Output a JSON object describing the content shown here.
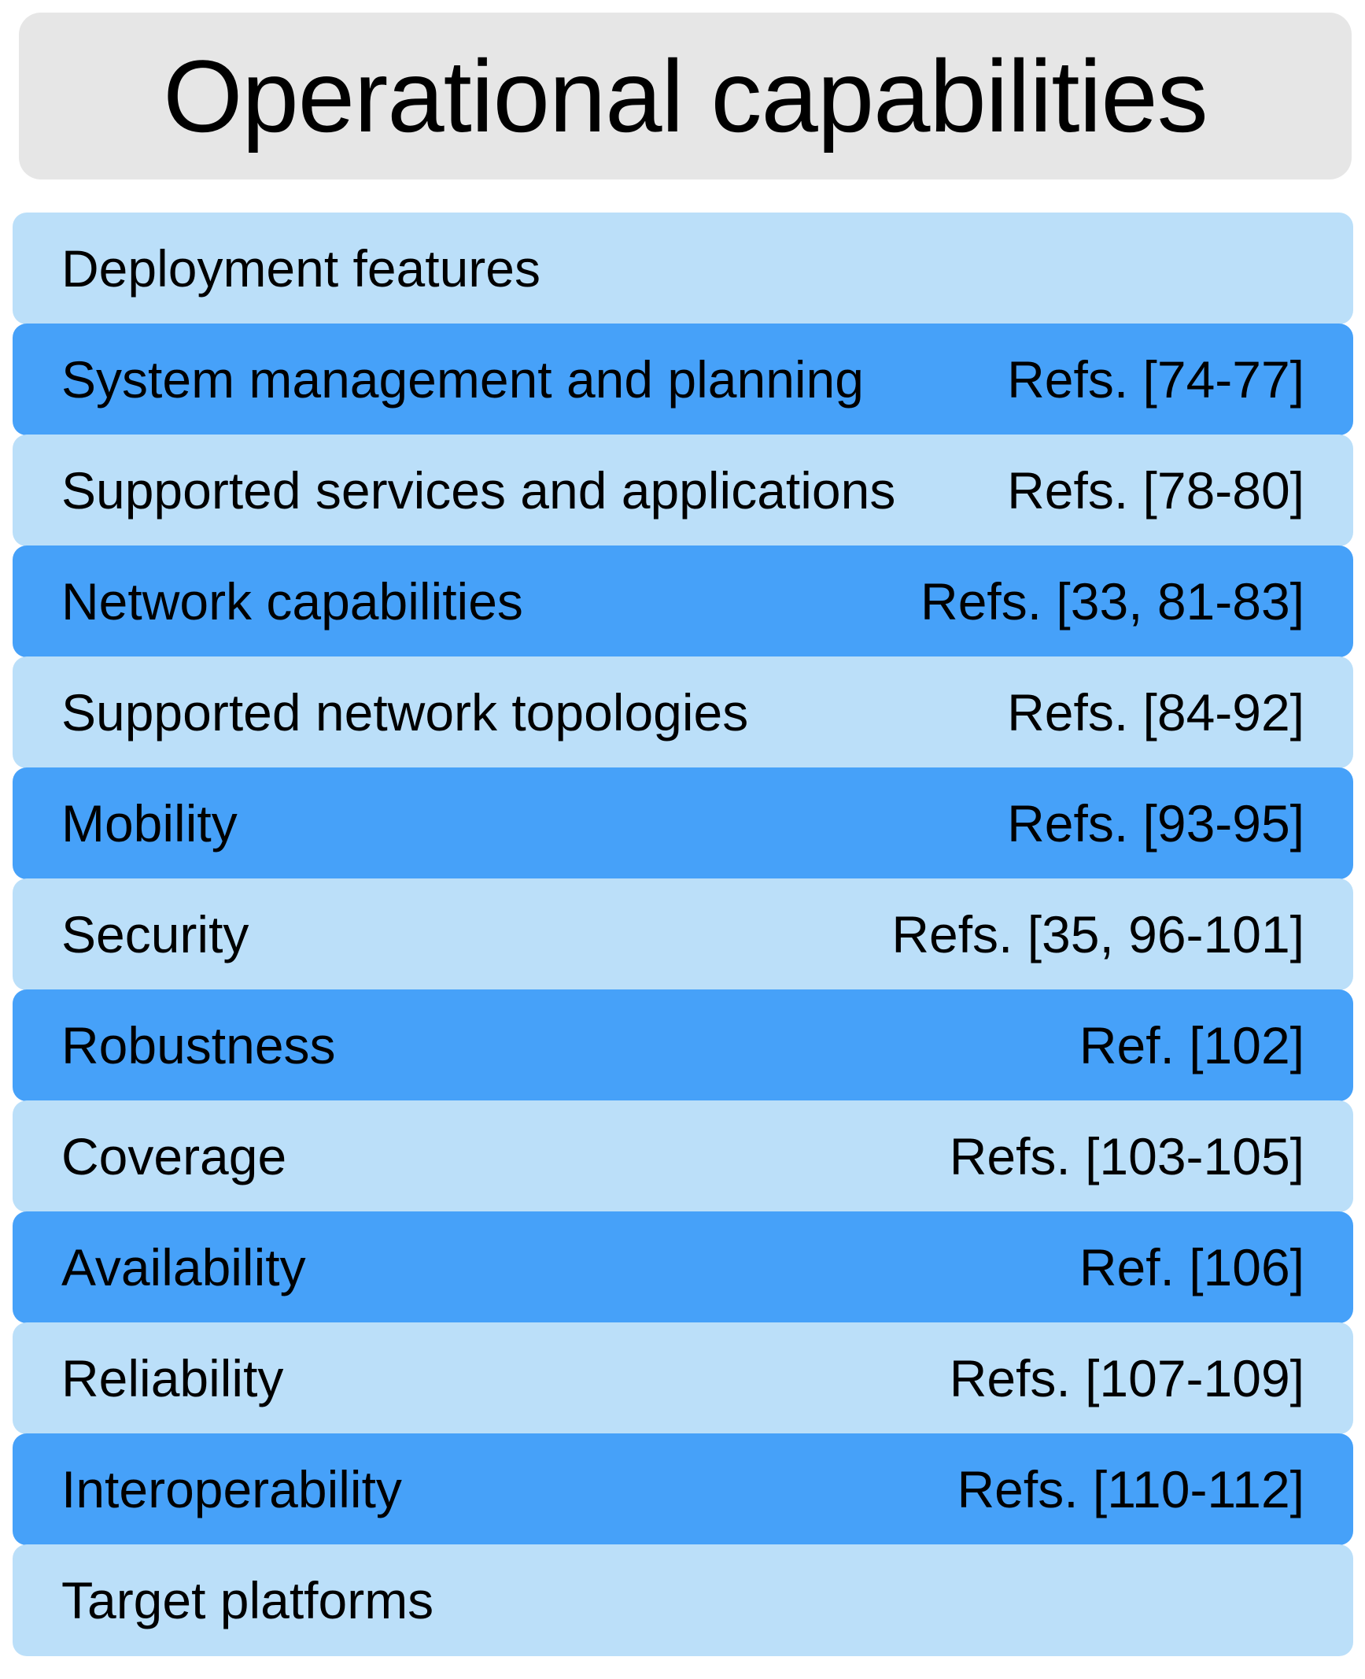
{
  "title": "Operational capabilities",
  "colors": {
    "title_bg": "#e6e6e6",
    "light_row": "#bbdff9",
    "dark_row": "#46a1f9",
    "text": "#000000"
  },
  "rows": [
    {
      "label": "Deployment features",
      "ref": "",
      "shade": "light"
    },
    {
      "label": "System management and planning",
      "ref": "Refs. [74-77]",
      "shade": "dark"
    },
    {
      "label": "Supported services and applications",
      "ref": "Refs. [78-80]",
      "shade": "light"
    },
    {
      "label": "Network capabilities",
      "ref": "Refs. [33, 81-83]",
      "shade": "dark"
    },
    {
      "label": "Supported network topologies",
      "ref": "Refs. [84-92]",
      "shade": "light"
    },
    {
      "label": "Mobility",
      "ref": "Refs. [93-95]",
      "shade": "dark"
    },
    {
      "label": "Security",
      "ref": "Refs. [35, 96-101]",
      "shade": "light"
    },
    {
      "label": "Robustness",
      "ref": "Ref. [102]",
      "shade": "dark"
    },
    {
      "label": "Coverage",
      "ref": "Refs. [103-105]",
      "shade": "light"
    },
    {
      "label": "Availability",
      "ref": "Ref. [106]",
      "shade": "dark"
    },
    {
      "label": "Reliability",
      "ref": "Refs. [107-109]",
      "shade": "light"
    },
    {
      "label": "Interoperability",
      "ref": "Refs. [110-112]",
      "shade": "dark"
    },
    {
      "label": "Target platforms",
      "ref": "",
      "shade": "light"
    }
  ]
}
